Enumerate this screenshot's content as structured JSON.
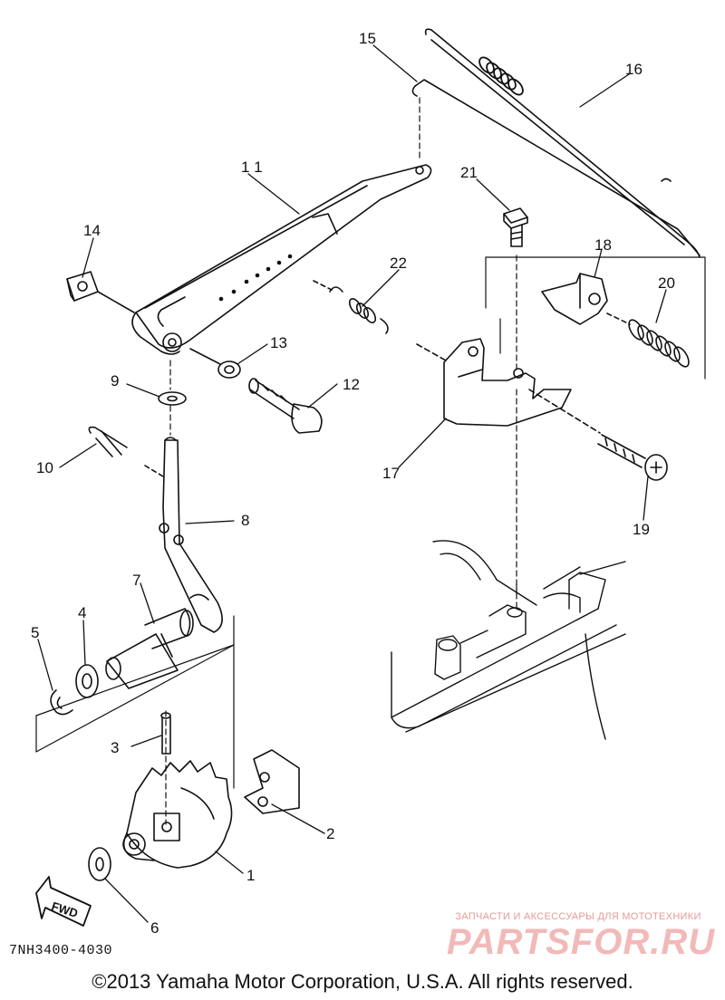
{
  "callouts": {
    "c1": "1",
    "c2": "2",
    "c3": "3",
    "c4": "4",
    "c5": "5",
    "c6": "6",
    "c7": "7",
    "c8": "8",
    "c9": "9",
    "c10": "10",
    "c11": "1 1",
    "c12": "12",
    "c13": "13",
    "c14": "14",
    "c15": "15",
    "c16": "16",
    "c17": "17",
    "c18": "18",
    "c19": "19",
    "c20": "20",
    "c21": "21",
    "c22": "22"
  },
  "part_code": "7NH3400-4030",
  "fwd_label": "FWD",
  "copyright": "©2013 Yamaha Motor Corporation, U.S.A. All rights reserved.",
  "watermark": {
    "tagline": "ЗАПЧАСТИ И АКСЕССУАРЫ ДЛЯ МОТОТЕХНИКИ",
    "brand": "PARTSFOR.RU",
    "color": "#f2b9b9"
  }
}
